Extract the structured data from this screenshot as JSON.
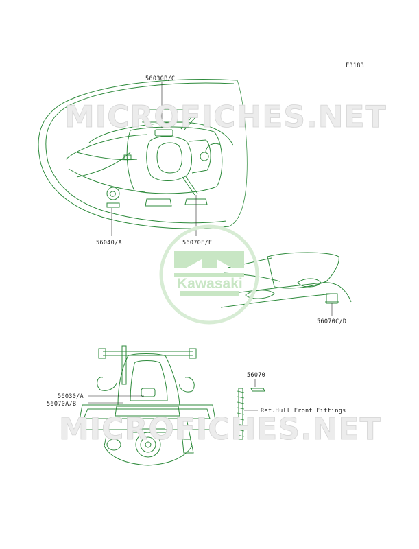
{
  "figure_code": "F3183",
  "watermark": "MICROFICHES.NET",
  "logo_text": "Kawasaki",
  "labels": {
    "l_56030bc": "56030B/C",
    "l_56040a": "56040/A",
    "l_56070ef": "56070E/F",
    "l_56070cd": "56070C/D",
    "l_56070": "56070",
    "l_56030a": "56030/A",
    "l_56070ab": "56070A/B",
    "l_ref": "Ref.Hull Front Fittings"
  },
  "colors": {
    "line": "#2d8a3b",
    "logo": "#c8e6c4",
    "watermark": "#ececec"
  }
}
